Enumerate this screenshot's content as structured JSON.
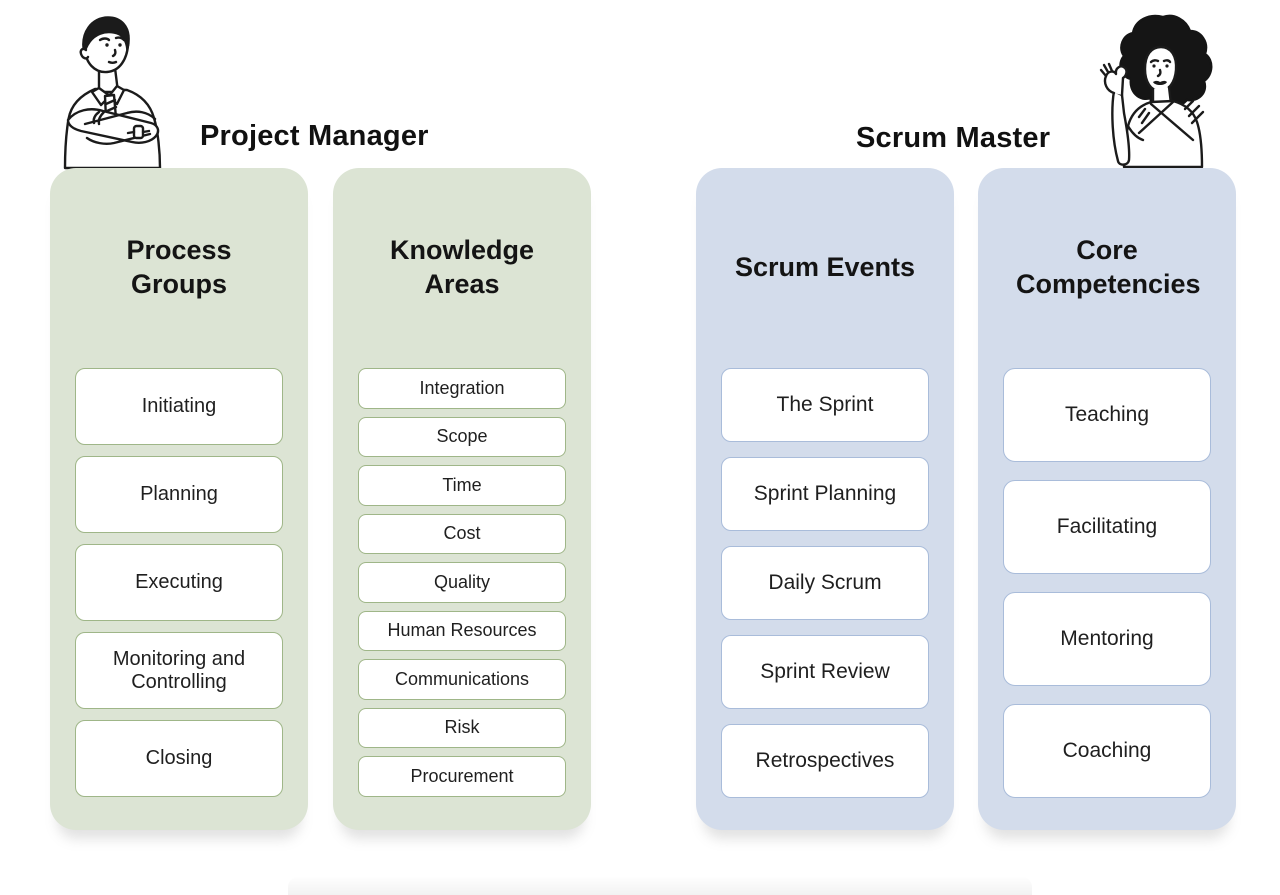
{
  "roles": [
    {
      "title": "Project Manager",
      "panels": [
        {
          "header": "Process Groups",
          "items": [
            "Initiating",
            "Planning",
            "Executing",
            "Monitoring and Controlling",
            "Closing"
          ]
        },
        {
          "header": "Knowledge Areas",
          "items": [
            "Integration",
            "Scope",
            "Time",
            "Cost",
            "Quality",
            "Human Resources",
            "Communications",
            "Risk",
            "Procurement"
          ]
        }
      ]
    },
    {
      "title": "Scrum Master",
      "panels": [
        {
          "header": "Scrum Events",
          "items": [
            "The Sprint",
            "Sprint Planning",
            "Daily Scrum",
            "Sprint Review",
            "Retrospectives"
          ]
        },
        {
          "header": "Core Competencies",
          "items": [
            "Teaching",
            "Facilitating",
            "Mentoring",
            "Coaching"
          ]
        }
      ]
    }
  ],
  "colors": {
    "pm_panel_bg": "#dce4d4",
    "pm_card_border": "#9fb688",
    "sm_panel_bg": "#d3dceb",
    "sm_card_border": "#a9bcda",
    "card_bg": "#ffffff",
    "text": "#1a1a1a"
  }
}
